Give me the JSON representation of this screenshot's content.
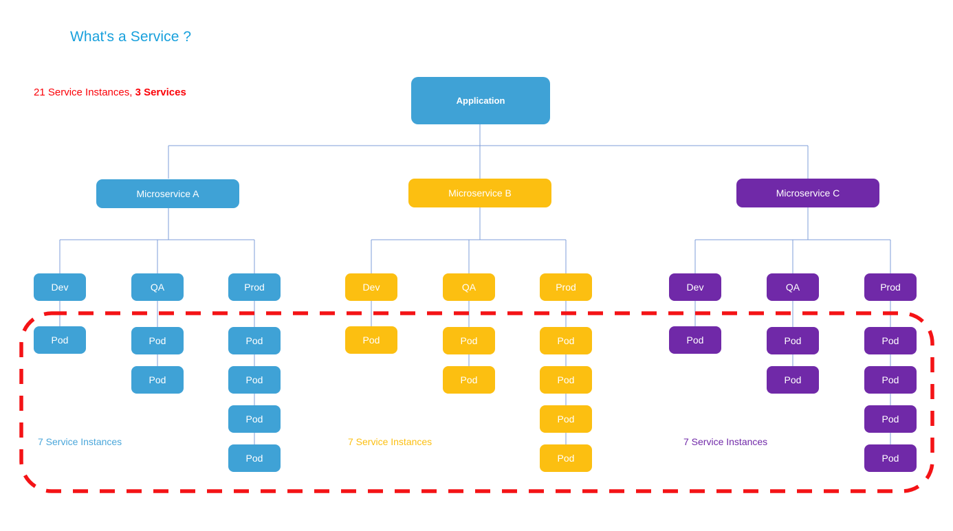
{
  "page": {
    "title": "What's a Service ?",
    "title_color": "#18a0dc",
    "summary_prefix": "21 Service Instances, ",
    "summary_emphasis": "3 Services",
    "summary_color": "#fb0007",
    "background": "#ffffff"
  },
  "palette": {
    "blue": "#3fa2d6",
    "yellow": "#fcbf11",
    "purple": "#7029a8",
    "connector": "#7c9ed8",
    "dashed_outline": "#f41316"
  },
  "root": {
    "label": "Application",
    "color": "#3fa2d6"
  },
  "groups": [
    {
      "id": "a",
      "service_label": "Microservice A",
      "color": "#3fa2d6",
      "instances_label": "7 Service Instances",
      "instances_color": "#4aa6da",
      "environments": [
        {
          "label": "Dev",
          "pods": [
            "Pod"
          ]
        },
        {
          "label": "QA",
          "pods": [
            "Pod",
            "Pod"
          ]
        },
        {
          "label": "Prod",
          "pods": [
            "Pod",
            "Pod",
            "Pod",
            "Pod"
          ]
        }
      ]
    },
    {
      "id": "b",
      "service_label": "Microservice B",
      "color": "#fcbf11",
      "instances_label": "7 Service Instances",
      "instances_color": "#fcbf11",
      "environments": [
        {
          "label": "Dev",
          "pods": [
            "Pod"
          ]
        },
        {
          "label": "QA",
          "pods": [
            "Pod",
            "Pod"
          ]
        },
        {
          "label": "Prod",
          "pods": [
            "Pod",
            "Pod",
            "Pod",
            "Pod"
          ]
        }
      ]
    },
    {
      "id": "c",
      "service_label": "Microservice C",
      "color": "#7029a8",
      "instances_label": "7 Service Instances",
      "instances_color": "#7029a8",
      "environments": [
        {
          "label": "Dev",
          "pods": [
            "Pod"
          ]
        },
        {
          "label": "QA",
          "pods": [
            "Pod",
            "Pod"
          ]
        },
        {
          "label": "Prod",
          "pods": [
            "Pod",
            "Pod",
            "Pod",
            "Pod"
          ]
        }
      ]
    }
  ],
  "highlight_region": {
    "name": "service-instances-boundary",
    "style": "red dashed rounded rectangle",
    "color": "#f41316"
  }
}
